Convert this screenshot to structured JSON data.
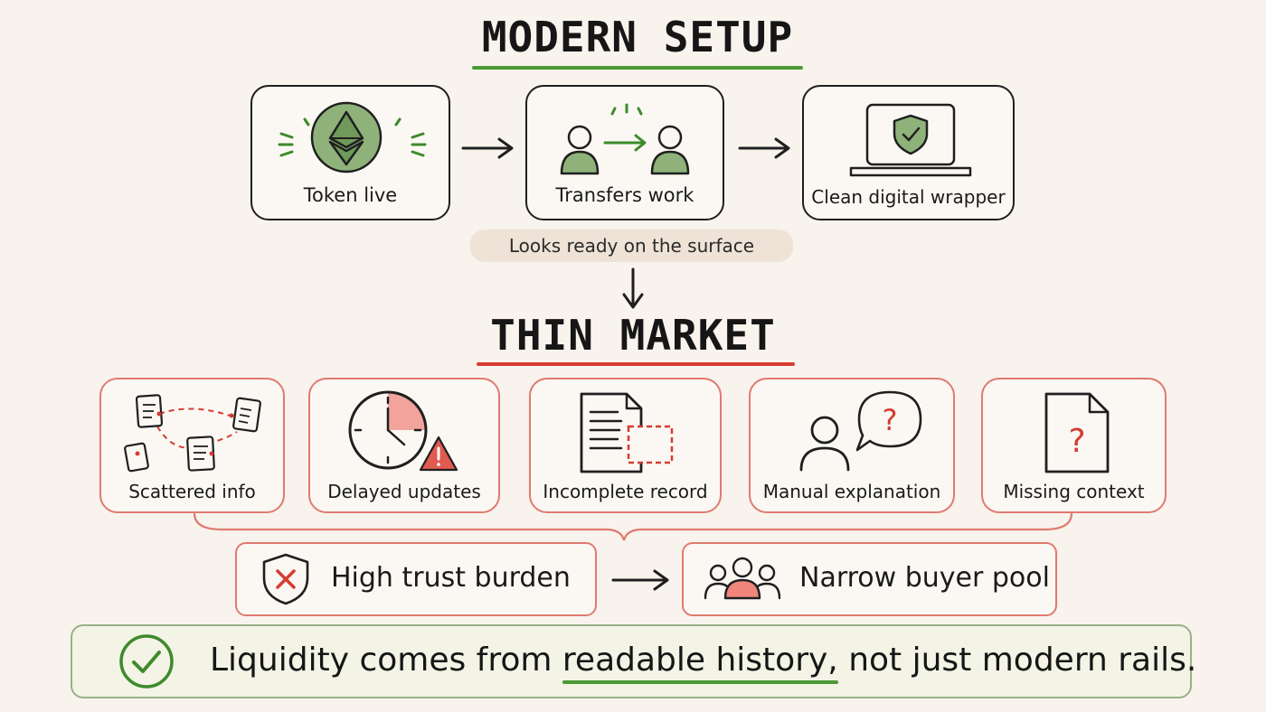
{
  "top": {
    "title": "MODERN SETUP",
    "cards": [
      {
        "label": "Token live"
      },
      {
        "label": "Transfers work"
      },
      {
        "label": "Clean digital wrapper"
      }
    ],
    "surface_tag": "Looks ready on the surface"
  },
  "bottom": {
    "title": "THIN MARKET",
    "cards": [
      {
        "label": "Scattered info"
      },
      {
        "label": "Delayed updates"
      },
      {
        "label": "Incomplete record"
      },
      {
        "label": "Manual explanation"
      },
      {
        "label": "Missing context"
      }
    ],
    "outcomes": [
      {
        "label": "High trust burden"
      },
      {
        "label": "Narrow buyer pool"
      }
    ]
  },
  "footer": {
    "before": "Liquidity comes from ",
    "highlight": "readable history,",
    "after": " not just modern rails."
  },
  "colors": {
    "green": "#4c9a35",
    "green_fill": "#8fb27a",
    "red": "#e07a70",
    "red_accent": "#d63b32",
    "tag_bg": "#eee3d6"
  }
}
